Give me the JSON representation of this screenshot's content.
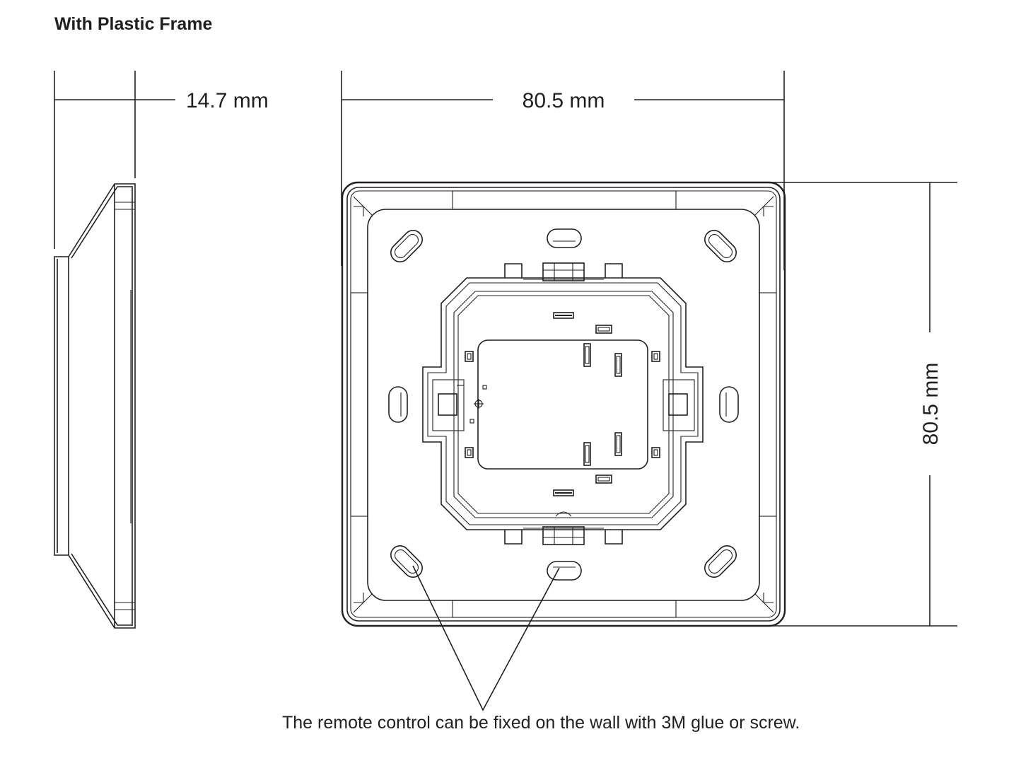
{
  "title": "With Plastic Frame",
  "dimensions": {
    "depth": "14.7 mm",
    "width": "80.5 mm",
    "height": "80.5 mm"
  },
  "note": "The remote control can be fixed on the wall with 3M glue or screw."
}
